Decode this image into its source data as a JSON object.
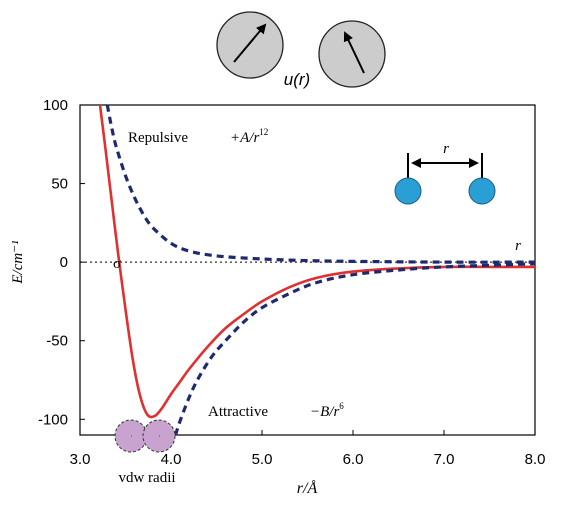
{
  "header": {
    "potential_label": "u(r)"
  },
  "chart_data": {
    "type": "line",
    "xlabel": "r/Å",
    "ylabel": "E/cm⁻¹",
    "xlim": [
      3.0,
      8.0
    ],
    "ylim": [
      -110,
      100
    ],
    "x_ticks": [
      "3.0",
      "4.0",
      "5.0",
      "6.0",
      "7.0",
      "8.0"
    ],
    "y_ticks": [
      "100",
      "50",
      "0",
      "-50",
      "-100"
    ],
    "x_tick_values": [
      3.0,
      4.0,
      5.0,
      6.0,
      7.0,
      8.0
    ],
    "y_tick_values": [
      100,
      50,
      0,
      -50,
      -100
    ],
    "grid": false,
    "series": [
      {
        "name": "",
        "color": "#e03030",
        "style": "solid",
        "x": [
          3.22,
          3.28,
          3.35,
          3.42,
          3.5,
          3.58,
          3.66,
          3.74,
          3.82,
          3.9,
          4.0,
          4.1,
          4.2,
          4.4,
          4.6,
          4.8,
          5.0,
          5.3,
          5.6,
          6.0,
          6.5,
          7.0,
          7.5,
          8.0
        ],
        "y": [
          100,
          72,
          38,
          5,
          -30,
          -62,
          -85,
          -97,
          -98,
          -93,
          -84,
          -76,
          -68,
          -54,
          -42,
          -33,
          -25,
          -16,
          -10,
          -6,
          -4,
          -3,
          -3,
          -3
        ]
      },
      {
        "name": "",
        "color": "#1f2a6e",
        "style": "dashed",
        "x": [
          3.3,
          3.35,
          3.4,
          3.5,
          3.6,
          3.7,
          3.8,
          4.0,
          4.2,
          4.5,
          5.0,
          5.5,
          6.0,
          7.0,
          8.0
        ],
        "y": [
          100,
          85,
          73,
          55,
          41,
          30,
          22,
          12,
          7,
          4,
          2,
          1,
          0.5,
          0,
          0
        ]
      },
      {
        "name": "",
        "color": "#1f2a6e",
        "style": "dashed",
        "x": [
          4.05,
          4.1,
          4.2,
          4.3,
          4.45,
          4.6,
          4.8,
          5.0,
          5.3,
          5.6,
          6.0,
          6.5,
          7.0,
          7.5,
          8.0
        ],
        "y": [
          -110,
          -101,
          -86,
          -74,
          -60,
          -50,
          -38,
          -29,
          -20,
          -13,
          -8,
          -5,
          -3,
          -2,
          -1
        ]
      }
    ],
    "zero_line": {
      "y": 0,
      "style": "dotted"
    },
    "annotations": {
      "repulsive": "Repulsive",
      "repulsive_formula_a": "+A/r",
      "repulsive_formula_exp": "12",
      "attractive": "Attractive",
      "attractive_formula_a": "−B/r",
      "attractive_formula_exp": "6",
      "sigma": "σ",
      "r_distance": "r",
      "r_right": "r",
      "vdw": "vdw radii"
    },
    "colors": {
      "atom_gray": "#cccccc",
      "atom_blue": "#2a9fd6",
      "vdw_purple": "#c9a3d0"
    }
  }
}
